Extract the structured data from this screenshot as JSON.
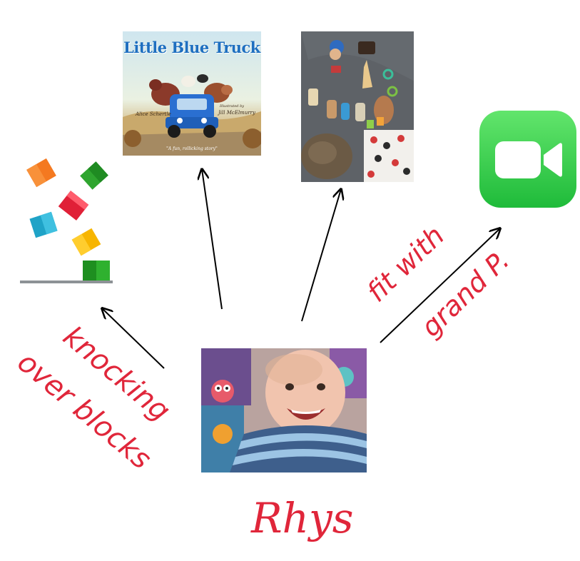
{
  "book": {
    "title": "Little Blue Truck",
    "author": "Alice Schertle",
    "illustrator_credit": "Illustrated by",
    "illustrator": "Jill McElmurry",
    "quote": "\"A fun, rollicking story\""
  },
  "labels": {
    "center_name": "Rhys",
    "left_annotation_line1": "knocking",
    "left_annotation_line2": "over blocks",
    "right_annotation_line1": "fit with",
    "right_annotation_line2": "grand P."
  },
  "colors": {
    "ink_red": "#e0263a",
    "arrow": "#000000",
    "facetime_green": "#33cc4a",
    "truck_blue": "#2a6fd1"
  },
  "icons": {
    "facetime": "video-camera-icon",
    "blocks": "falling-blocks-icon"
  }
}
